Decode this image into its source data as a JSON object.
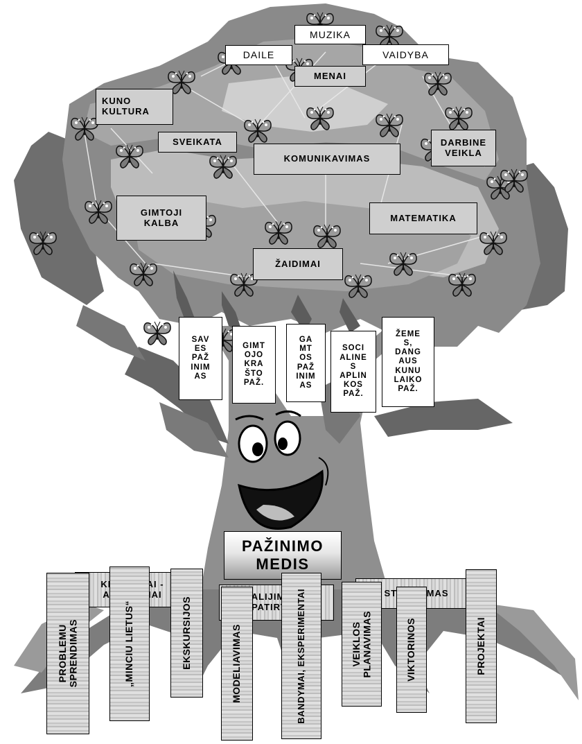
{
  "canopy_labels": [
    {
      "id": "muzika",
      "text": "MUZIKA"
    },
    {
      "id": "daile",
      "text": "DAILE"
    },
    {
      "id": "vaidyba",
      "text": "VAIDYBA"
    },
    {
      "id": "menai",
      "text": "MENAI"
    },
    {
      "id": "kuno",
      "text": "KUNO\nKULTURA"
    },
    {
      "id": "sveikata",
      "text": "SVEIKATA"
    },
    {
      "id": "komunikavimas",
      "text": "KOMUNIKAVIMAS"
    },
    {
      "id": "darbine",
      "text": "DARBINE\nVEIKLA"
    },
    {
      "id": "gimtoji",
      "text": "GIMTOJI\nKALBA"
    },
    {
      "id": "matematika",
      "text": "MATEMATIKA"
    },
    {
      "id": "zaidimai",
      "text": "ŽAIDIMAI"
    }
  ],
  "branch_labels": [
    {
      "id": "saves",
      "text": "SAV\nES\nPAŽ\nINIM\nAS"
    },
    {
      "id": "gimtojo",
      "text": "GIMT\nOJO\nKRA\nŠTO\nPAŽ."
    },
    {
      "id": "gamtos",
      "text": "GA\nMT\nOS\nPAŽ\nINIM\nAS"
    },
    {
      "id": "socialines",
      "text": "SOCI\nALINE\nS\nAPLIN\nKOS\nPAŽ."
    },
    {
      "id": "zemes",
      "text": "ŽEME\nS,\nDANG\nAUS\nKUNU\nLAIKO\nPAŽ."
    }
  ],
  "title": "PAŽINIMO\nMEDIS",
  "root_labels": [
    {
      "id": "klausimai",
      "text": "KLAUSIMAI -\nATSAKYMAI"
    },
    {
      "id": "dalijimasis",
      "text": "DALIJIMASIS\nPATIRTIMI"
    },
    {
      "id": "stebejimas",
      "text": "STEBEJIMAS"
    }
  ],
  "root_columns": [
    {
      "id": "problemu",
      "text": "PROBLEMU\nSPRENDIMAS"
    },
    {
      "id": "minciu",
      "text": "„MINCIU LIETUS“"
    },
    {
      "id": "ekskursijos",
      "text": "EKSKURSIJOS"
    },
    {
      "id": "modeliavimas",
      "text": "MODELIAVIMAS"
    },
    {
      "id": "eksperimentai",
      "text": "BANDYMAI, EKSPERIMENTAI"
    },
    {
      "id": "veiklos",
      "text": "VEIKLOS\nPLANAVIMAS"
    },
    {
      "id": "viktorinos",
      "text": "VIKTORINOS"
    },
    {
      "id": "projektai",
      "text": "PROJEKTAI"
    }
  ],
  "colors": {
    "canopy_dark": "#7a7a7a",
    "canopy_mid": "#9d9d9d",
    "canopy_light": "#bdbdbd",
    "trunk": "#8f8f8f",
    "box_grey": "#cfcfcf"
  }
}
